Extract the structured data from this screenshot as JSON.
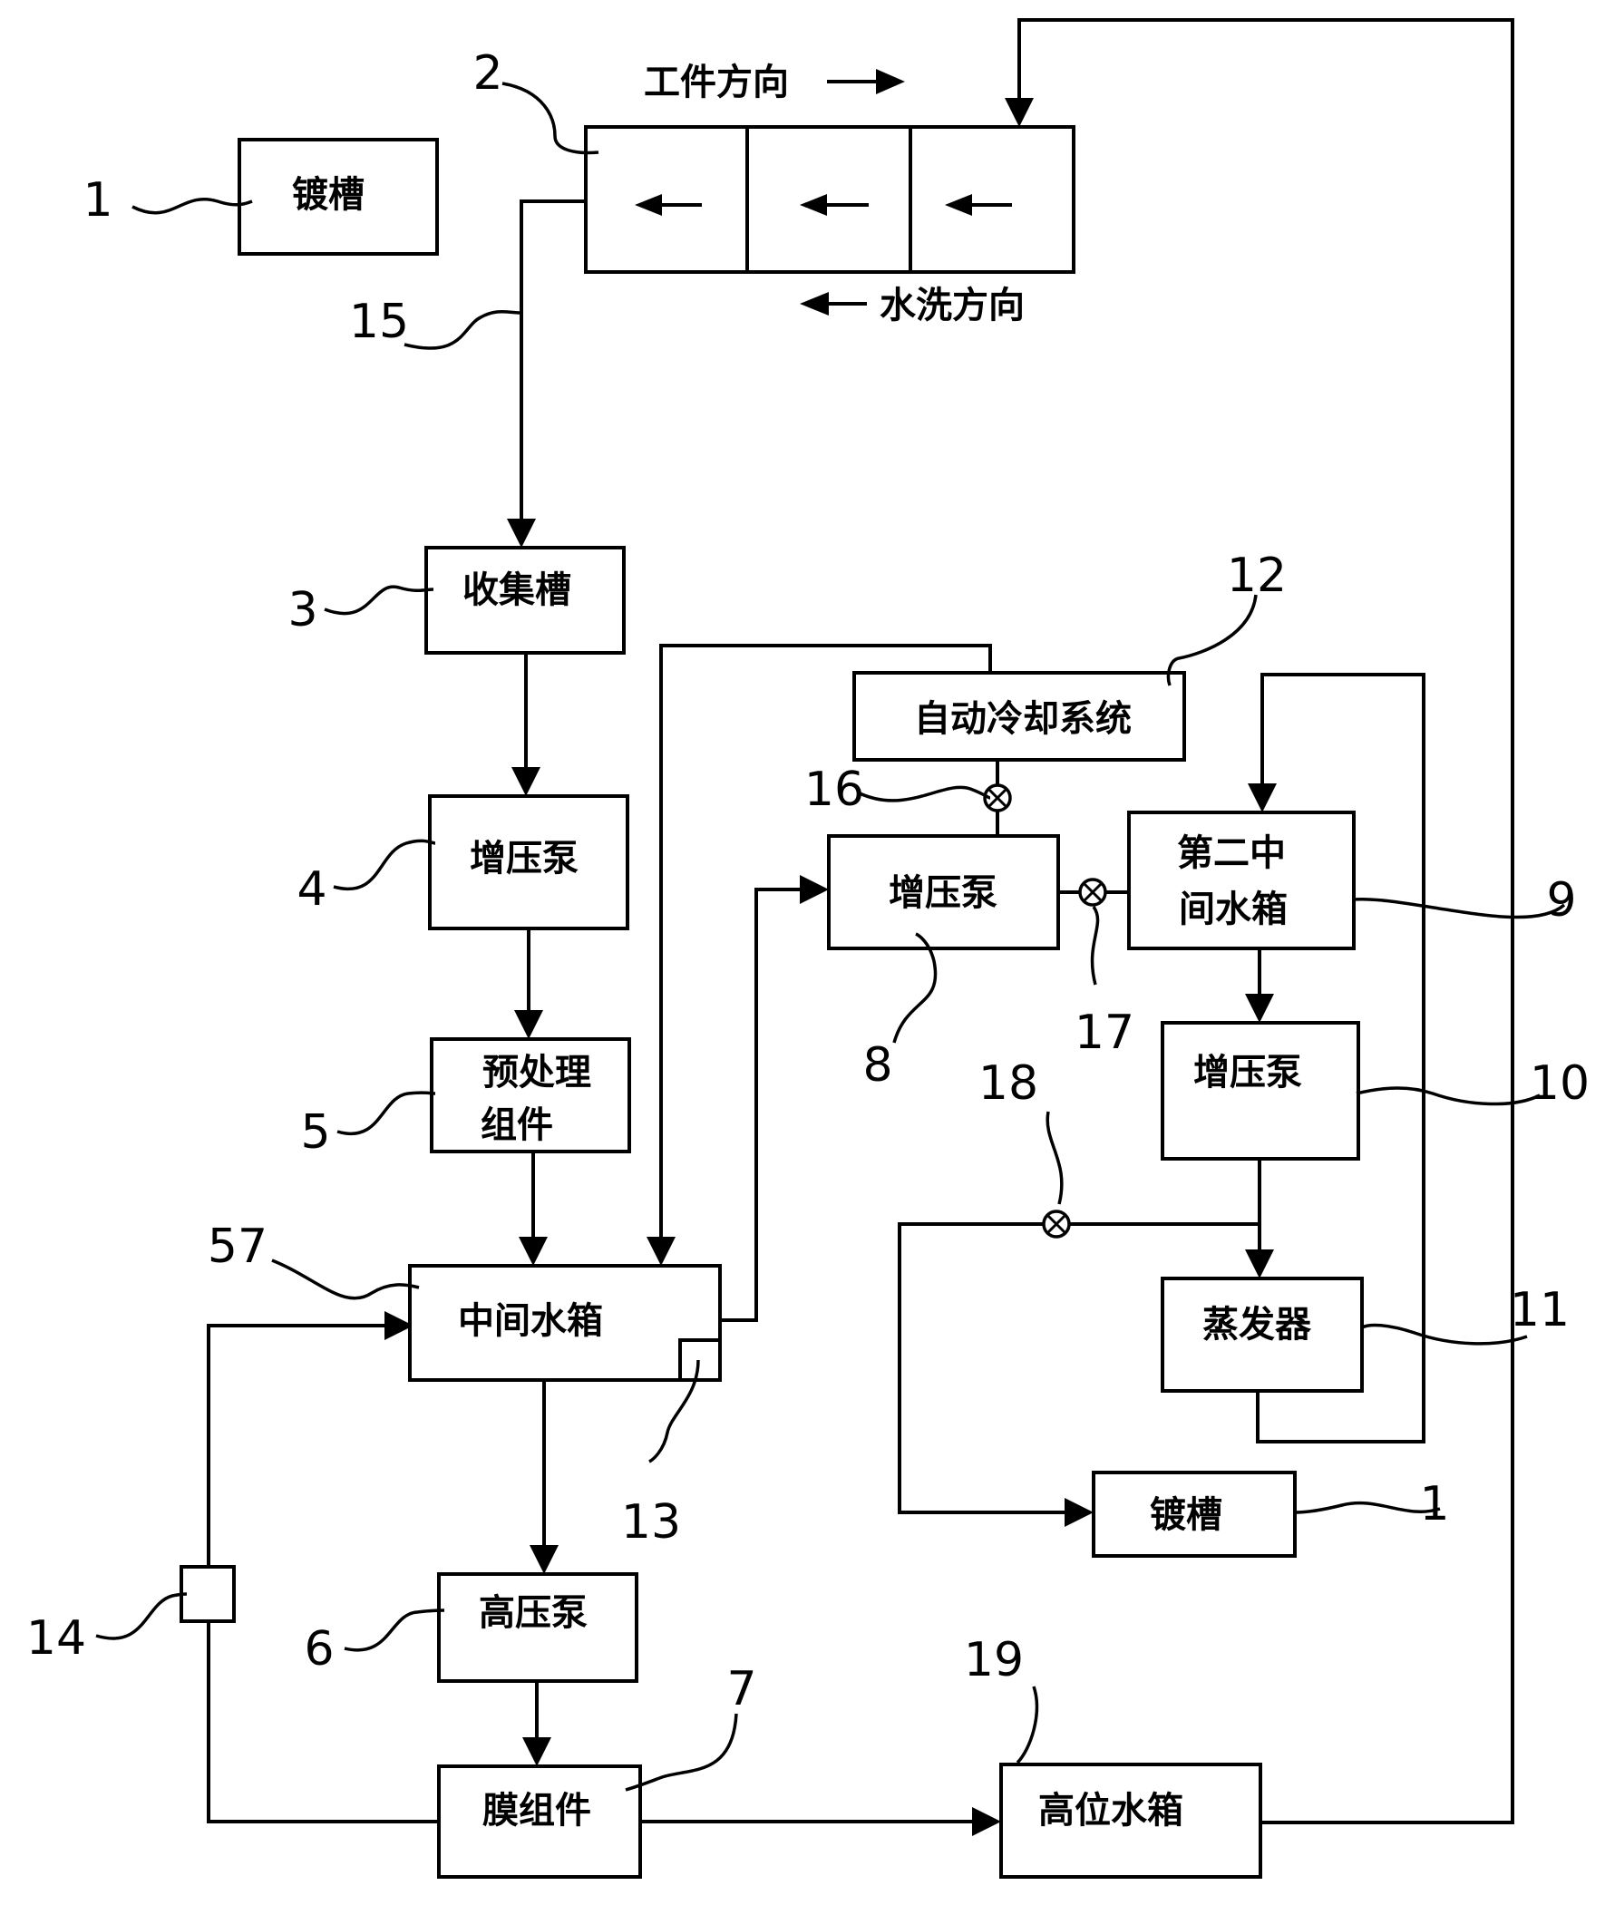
{
  "boxes": {
    "plating_tank_top": "镀槽",
    "collection_tank": "收集槽",
    "booster_pump_4": "增压泵",
    "pretreatment_line1": "预处理",
    "pretreatment_line2": "组件",
    "intermediate_tank": "中间水箱",
    "high_pressure_pump": "高压泵",
    "membrane_module": "膜组件",
    "high_level_tank": "高位水箱",
    "auto_cooling": "自动冷却系统",
    "booster_pump_8": "增压泵",
    "second_tank_line1": "第二中",
    "second_tank_line2": "间水箱",
    "booster_pump_10": "增压泵",
    "evaporator": "蒸发器",
    "plating_tank_bottom": "镀槽"
  },
  "annotations": {
    "workpiece_direction": "工件方向",
    "wash_direction": "水洗方向"
  },
  "numbers": {
    "n1_top": "1",
    "n1_bottom": "1",
    "n2": "2",
    "n3": "3",
    "n4": "4",
    "n5": "5",
    "n6": "6",
    "n7": "7",
    "n8": "8",
    "n9": "9",
    "n10": "10",
    "n11": "11",
    "n12": "12",
    "n13": "13",
    "n14": "14",
    "n15": "15",
    "n16": "16",
    "n17": "17",
    "n18": "18",
    "n19": "19",
    "n57": "57"
  }
}
